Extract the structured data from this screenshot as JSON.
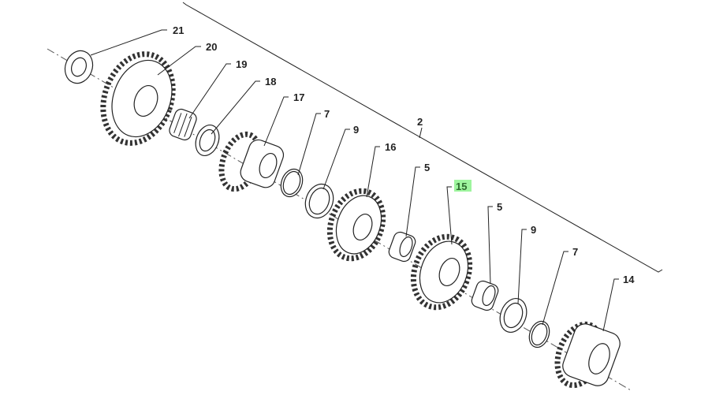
{
  "diagram": {
    "title": "Gearbox shaft exploded view",
    "highlight_color": "#9ef59e",
    "assembly_label": "2",
    "callouts": [
      {
        "id": "c21",
        "label": "21",
        "part": "washer"
      },
      {
        "id": "c20",
        "label": "20",
        "part": "gear"
      },
      {
        "id": "c19",
        "label": "19",
        "part": "needle-bearing"
      },
      {
        "id": "c18",
        "label": "18",
        "part": "washer"
      },
      {
        "id": "c17",
        "label": "17",
        "part": "gear"
      },
      {
        "id": "c7a",
        "label": "7",
        "part": "circlip"
      },
      {
        "id": "c9a",
        "label": "9",
        "part": "washer"
      },
      {
        "id": "c16",
        "label": "16",
        "part": "gear"
      },
      {
        "id": "c5a",
        "label": "5",
        "part": "needle-bearing"
      },
      {
        "id": "c15",
        "label": "15",
        "part": "gear",
        "highlighted": true
      },
      {
        "id": "c5b",
        "label": "5",
        "part": "needle-bearing"
      },
      {
        "id": "c9b",
        "label": "9",
        "part": "washer"
      },
      {
        "id": "c7b",
        "label": "7",
        "part": "circlip"
      },
      {
        "id": "c14",
        "label": "14",
        "part": "gear"
      }
    ]
  }
}
